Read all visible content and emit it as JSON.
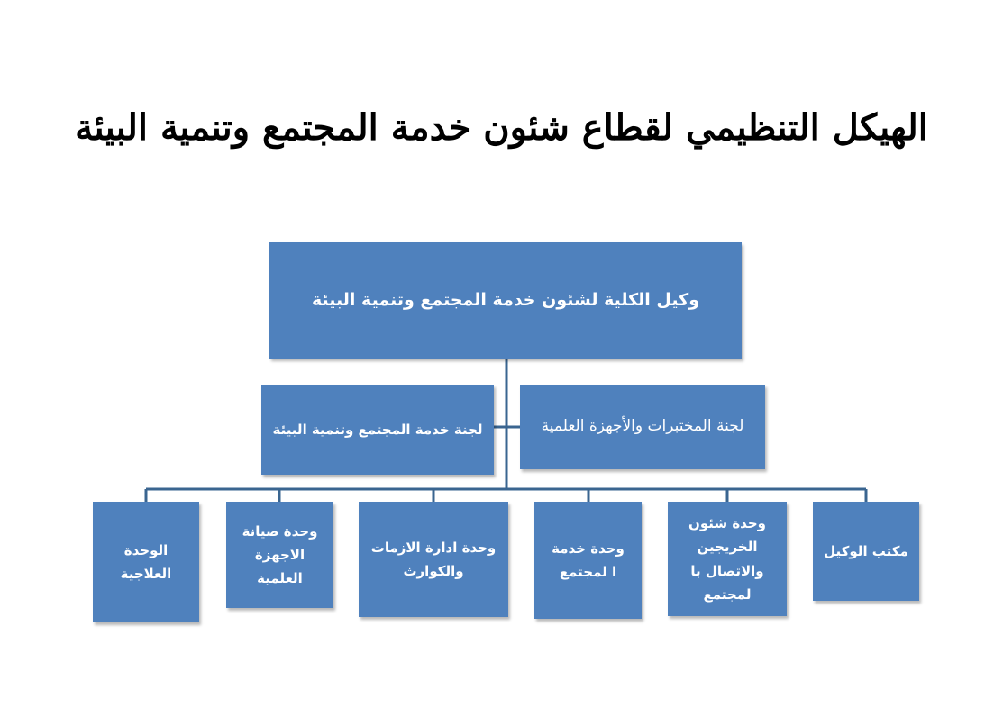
{
  "title": "الهيكل التنظيمي لقطاع شئون خدمة المجتمع وتنمية البيئة",
  "colors": {
    "box_fill": "#4f81bd",
    "connector": "#3a6590",
    "text": "#ffffff"
  },
  "org": {
    "head": "وكيل الكلية لشئون خدمة المجتمع وتنمية البيئة",
    "committee_right": "لجنة المختبرات والأجهزة العلمية",
    "committee_left": "لجنة خدمة المجتمع وتنمية البيئة",
    "units": [
      "مكتب الوكيل",
      "وحدة شئون\nالخريجين\nوالاتصال با لمجتمع",
      "وحدة خدمة\nا لمجتمع",
      "وحدة ادارة الازمات\nوالكوارث",
      "وحدة صيانة\nالاجهزة العلمية",
      "الوحدة العلاجية"
    ]
  }
}
